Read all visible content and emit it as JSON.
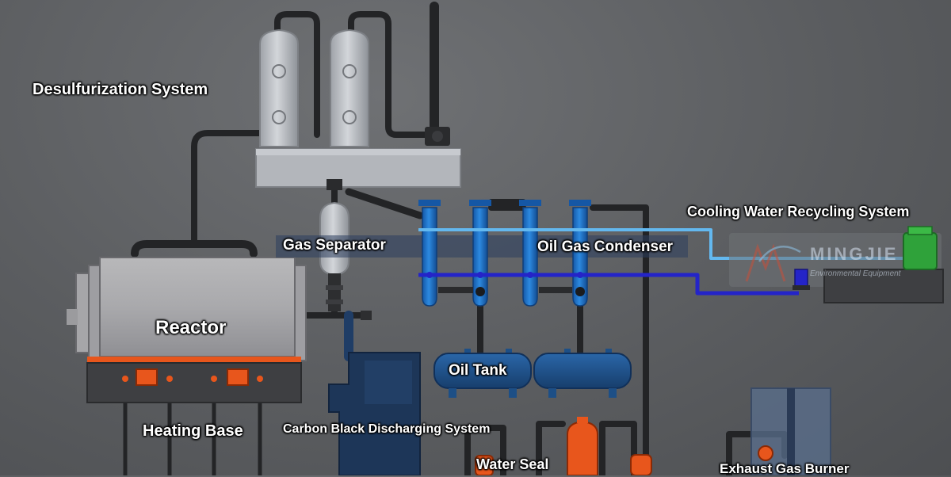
{
  "labels": {
    "desulfurization": "Desulfurization System",
    "gas_separator": "Gas Separator",
    "oil_gas_condenser": "Oil Gas Condenser",
    "cooling_water": "Cooling Water Recycling System",
    "reactor": "Reactor",
    "oil_tank": "Oil Tank",
    "heating_base": "Heating Base",
    "carbon_black": "Carbon Black Discharging System",
    "water_seal": "Water Seal",
    "exhaust_burner": "Exhaust Gas Burner"
  },
  "watermark": {
    "brand": "MINGJIE",
    "tagline": "Environmental Equipment"
  },
  "colors": {
    "background": "#5f6164",
    "pipe": "#2a2b2d",
    "vessel": "#b9bdc3",
    "condenser": "#1e73c8",
    "tank": "#1d4f86",
    "cooling_line_light": "#63b8ef",
    "cooling_line_dark": "#2424c8",
    "heating_orange": "#e8561c",
    "water_seal": "#e8561c",
    "cooling_tower": "#2fa23a"
  }
}
